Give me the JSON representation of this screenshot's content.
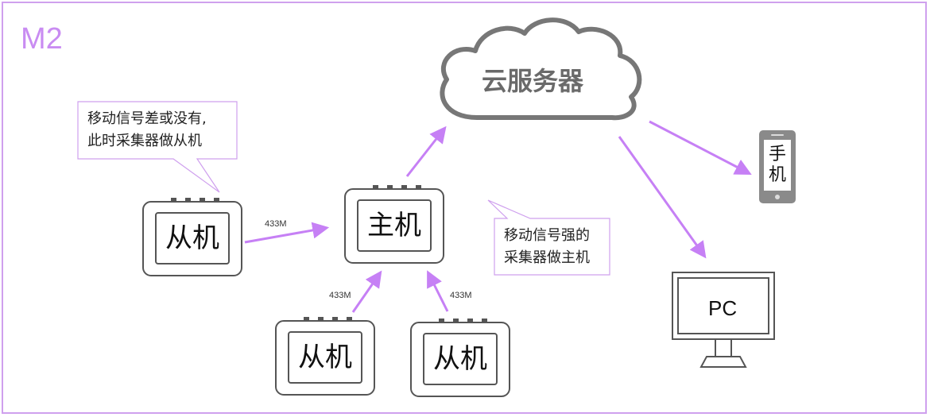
{
  "title": "M2",
  "cloud": {
    "label": "云服务器",
    "icon": "cloud-icon"
  },
  "callouts": {
    "slave_note": [
      "移动信号差或没有,",
      "此时采集器做从机"
    ],
    "master_note": [
      "移动信号强的",
      "采集器做主机"
    ]
  },
  "devices": {
    "master": "主机",
    "slave_left": "从机",
    "slave_bottom_left": "从机",
    "slave_bottom_right": "从机"
  },
  "links": {
    "left_freq": "433M",
    "bottom_left_freq": "433M",
    "bottom_right_freq": "433M"
  },
  "phone": {
    "label_line1": "手",
    "label_line2": "机",
    "icon": "phone-icon"
  },
  "pc": {
    "label": "PC",
    "icon": "monitor-icon"
  },
  "colors": {
    "border": "#cfa0ee",
    "arrow": "#c680f5",
    "title": "#c98cf2",
    "device_outline": "#555555",
    "cloud_outline": "#777777"
  }
}
